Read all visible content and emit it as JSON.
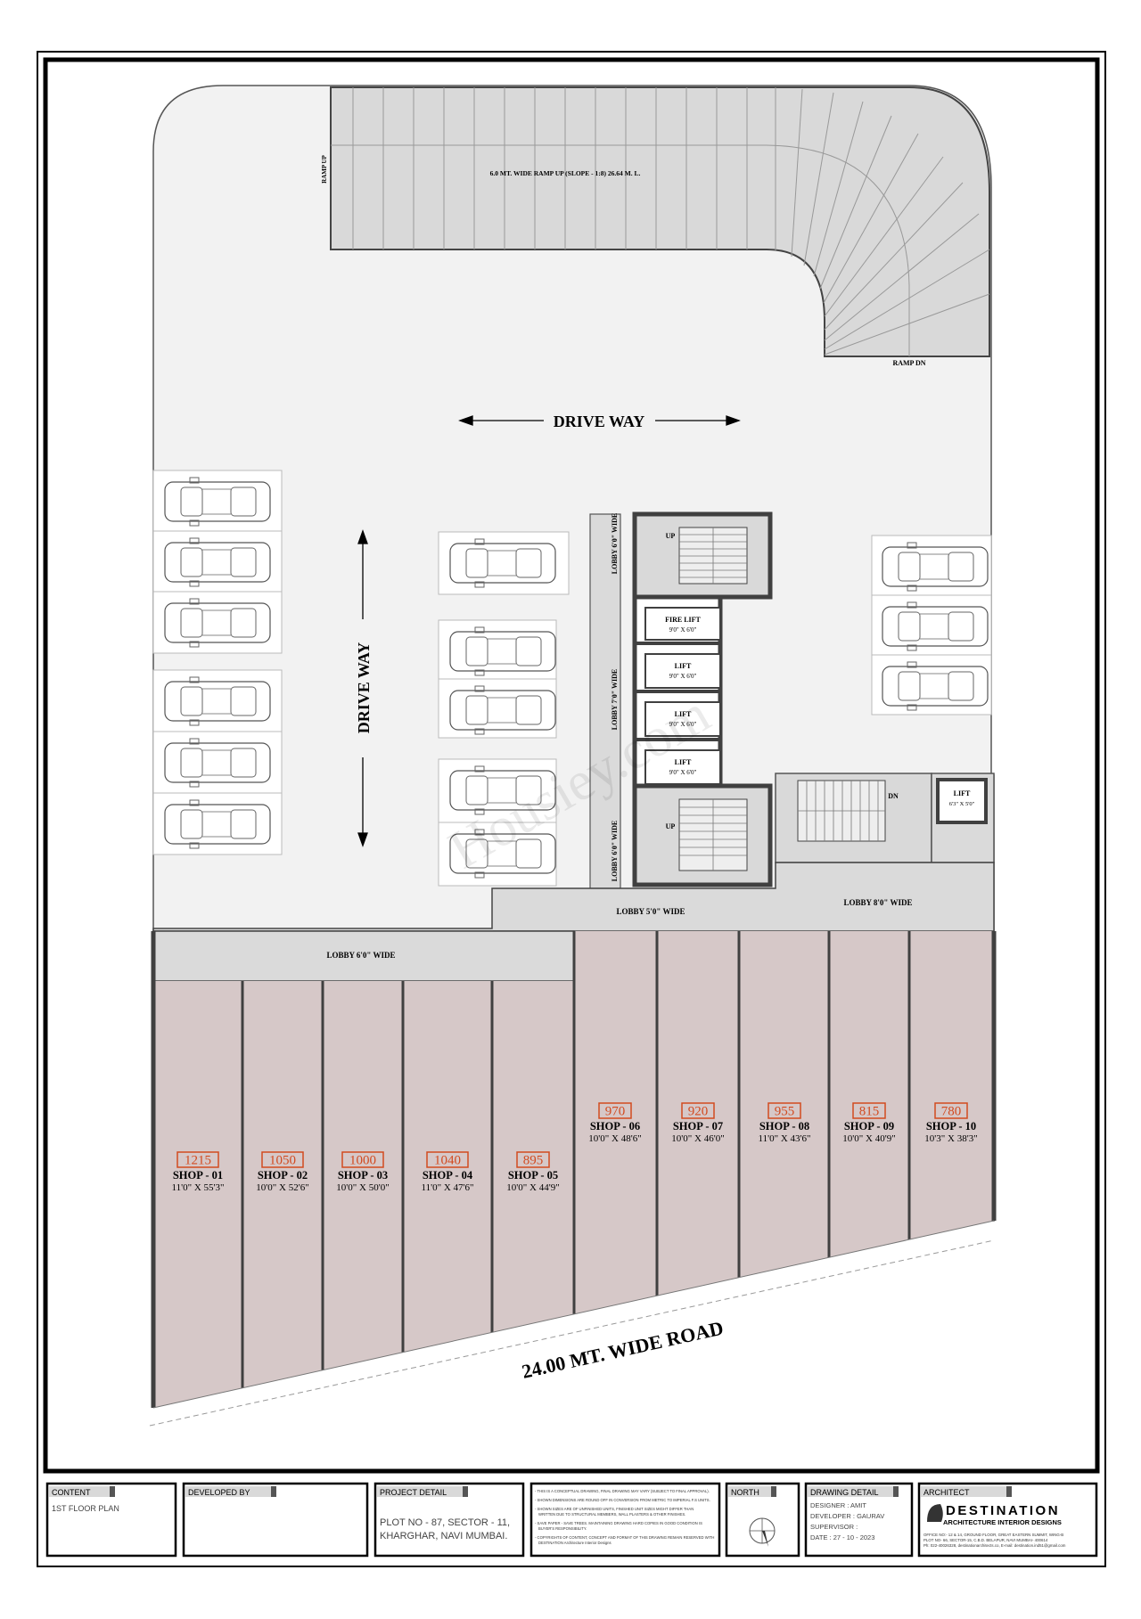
{
  "colors": {
    "paper": "#ffffff",
    "frame": "#000000",
    "open_area": "#f2f2f2",
    "ramp_fill": "#d9d9d9",
    "lobby_fill": "#dadada",
    "shop_fill": "#d6c8c8",
    "wall": "#404040",
    "area_badge": "#d24a1f",
    "tab_bar": "#555555"
  },
  "plan": {
    "ramp_up_label": "RAMP UP",
    "ramp_text": "6.0 MT. WIDE RAMP UP (SLOPE - 1:8) 26.64 M. L.",
    "ramp_dn_label": "RAMP DN",
    "driveway_horizontal": "DRIVE WAY",
    "driveway_vertical": "DRIVE WAY",
    "lobby_upper_6": "LOBBY 6'0\" WIDE",
    "lobby_7": "LOBBY 7'0\" WIDE",
    "lobby_lower_6": "LOBBY 6'0\" WIDE",
    "lobby_5": "LOBBY 5'0\" WIDE",
    "lobby_8": "LOBBY 8'0\" WIDE",
    "lobby_front_6": "LOBBY 6'0\" WIDE",
    "stair_up_1": "UP",
    "stair_up_2": "UP",
    "stair_dn": "DN",
    "lifts": [
      {
        "name": "FIRE LIFT",
        "size": "9'0\" X 6'0\""
      },
      {
        "name": "LIFT",
        "size": "9'0\" X 6'0\""
      },
      {
        "name": "LIFT",
        "size": "9'0\" X 6'0\""
      },
      {
        "name": "LIFT",
        "size": "9'0\" X 6'0\""
      }
    ],
    "small_lift": {
      "name": "LIFT",
      "size": "6'3\" X 5'0\""
    },
    "road": "24.00 MT. WIDE ROAD",
    "watermark": "Housiey.com"
  },
  "shops": [
    {
      "area": "1215",
      "name": "SHOP - 01",
      "size": "11'0\" X 55'3\""
    },
    {
      "area": "1050",
      "name": "SHOP - 02",
      "size": "10'0\" X 52'6\""
    },
    {
      "area": "1000",
      "name": "SHOP - 03",
      "size": "10'0\" X 50'0\""
    },
    {
      "area": "1040",
      "name": "SHOP - 04",
      "size": "11'0\" X 47'6\""
    },
    {
      "area": "895",
      "name": "SHOP - 05",
      "size": "10'0\" X 44'9\""
    },
    {
      "area": "970",
      "name": "SHOP - 06",
      "size": "10'0\" X 48'6\""
    },
    {
      "area": "920",
      "name": "SHOP - 07",
      "size": "10'0\" X 46'0\""
    },
    {
      "area": "955",
      "name": "SHOP - 08",
      "size": "11'0\" X 43'6\""
    },
    {
      "area": "815",
      "name": "SHOP - 09",
      "size": "10'0\" X 40'9\""
    },
    {
      "area": "780",
      "name": "SHOP - 10",
      "size": "10'3\" X 38'3\""
    }
  ],
  "title_block": {
    "content_label": "CONTENT",
    "content_value": "1ST FLOOR PLAN",
    "developed_by_label": "DEVELOPED BY",
    "project_label": "PROJECT DETAIL",
    "project_line1": "PLOT NO - 87, SECTOR - 11,",
    "project_line2": "KHARGHAR, NAVI MUMBAI.",
    "notes": [
      "- THIS IS A CONCEPTUAL DRAWING, FINAL DRAWING MAY VARY (SUBJECT TO FINAL APPROVAL).",
      "- SHOWN DIMENSIONS ARE ROUND OFF IN CONVERSION FROM METRIC TO IMPERIAL F.S UNITS.",
      "- SHOWN SIZES ARE OF UNFINISHED UNITS, FINISHED UNIT SIZES MIGHT DIFFER THAN",
      "WRITTEN DUE TO STRUCTURAL MEMBERS, WALL PLASTERS & OTHER FINISHES.",
      "- SAVE PAPER - SAVE TREES. MAINTAINING DRAWING HARD COPIES IN GOOD CONDITION IS",
      "BUYER'S RESPONSIBILITY.",
      "- COPYRIGHTS OF CONTENT, CONCEPT AND FORMAT OF THIS DRAWING REMAIN RESERVED WITH",
      "DESTINATION Architecture Interior Designs"
    ],
    "north_label": "NORTH",
    "drawing_label": "DRAWING DETAIL",
    "designer": "DESIGNER : AMIT",
    "developer": "DEVELOPER : GAURAV",
    "supervisor": "SUPERVISOR :",
    "date": "DATE : 27 - 10 - 2023",
    "architect_label": "ARCHITECT",
    "firm_name": "DESTINATION",
    "firm_tagline": "ARCHITECTURE INTERIOR DESIGNS",
    "firm_address1": "OFFICE NO:- 12 & 14, GROUND FLOOR, GREAT EASTERN SUMMIT, WING-B",
    "firm_address2": "PLOT NO- 66, SECTOR-15, C.B.D. BELAPUR, NAVI MUMBAI- 400614",
    "firm_contact": "Ph: 022-40026328, destinationarchitects.co, E-mail: destination.ind51@gmail.com"
  }
}
